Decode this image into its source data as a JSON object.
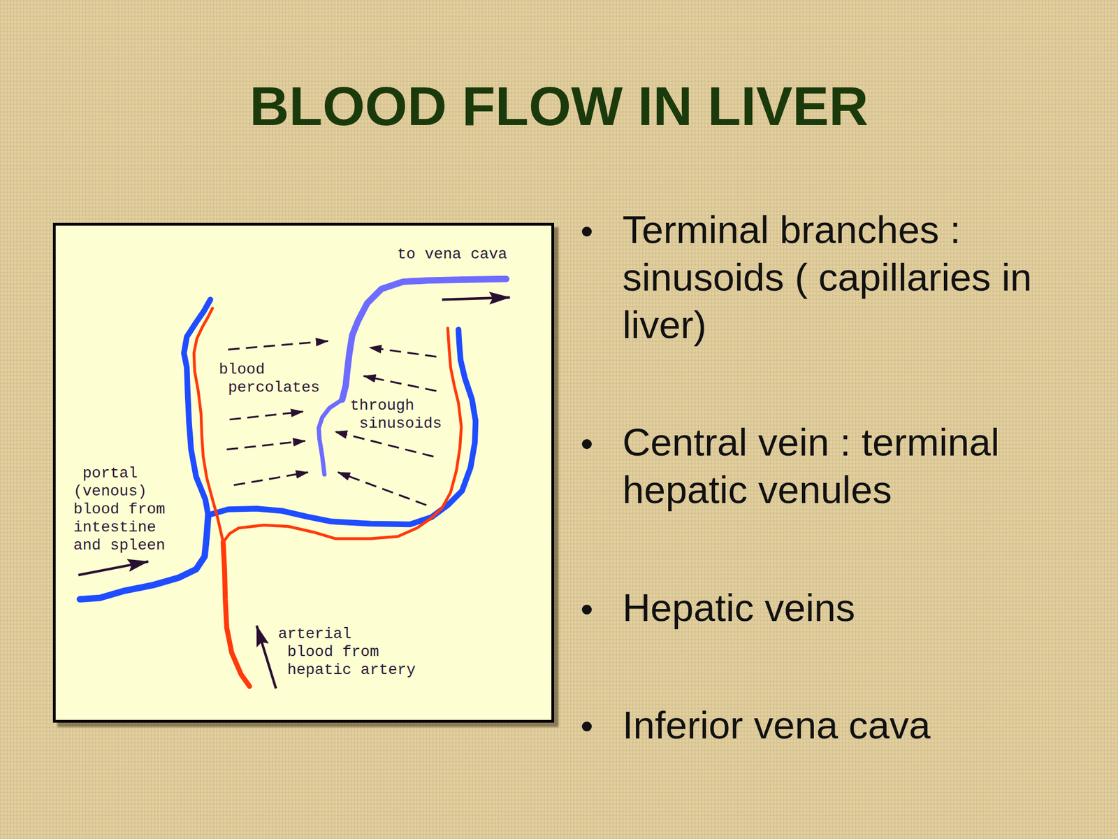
{
  "diagram": {
    "title": "BLOOD FLOW IN LIVER",
    "nodes": [
      {
        "text": [
          "to vena cava",
          "blood percolates",
          "through sinusoids",
          "portal (venous) blood from intestine and spleen",
          "arterial blood from hepatic artery"
        ]
      }
    ],
    "labels": [
      "Terminal branches : sinusoids ( capillaries in liver)",
      "Central vein : terminal hepatic venules",
      "Hepatic veins",
      "Inferior vena cava"
    ]
  }
}
